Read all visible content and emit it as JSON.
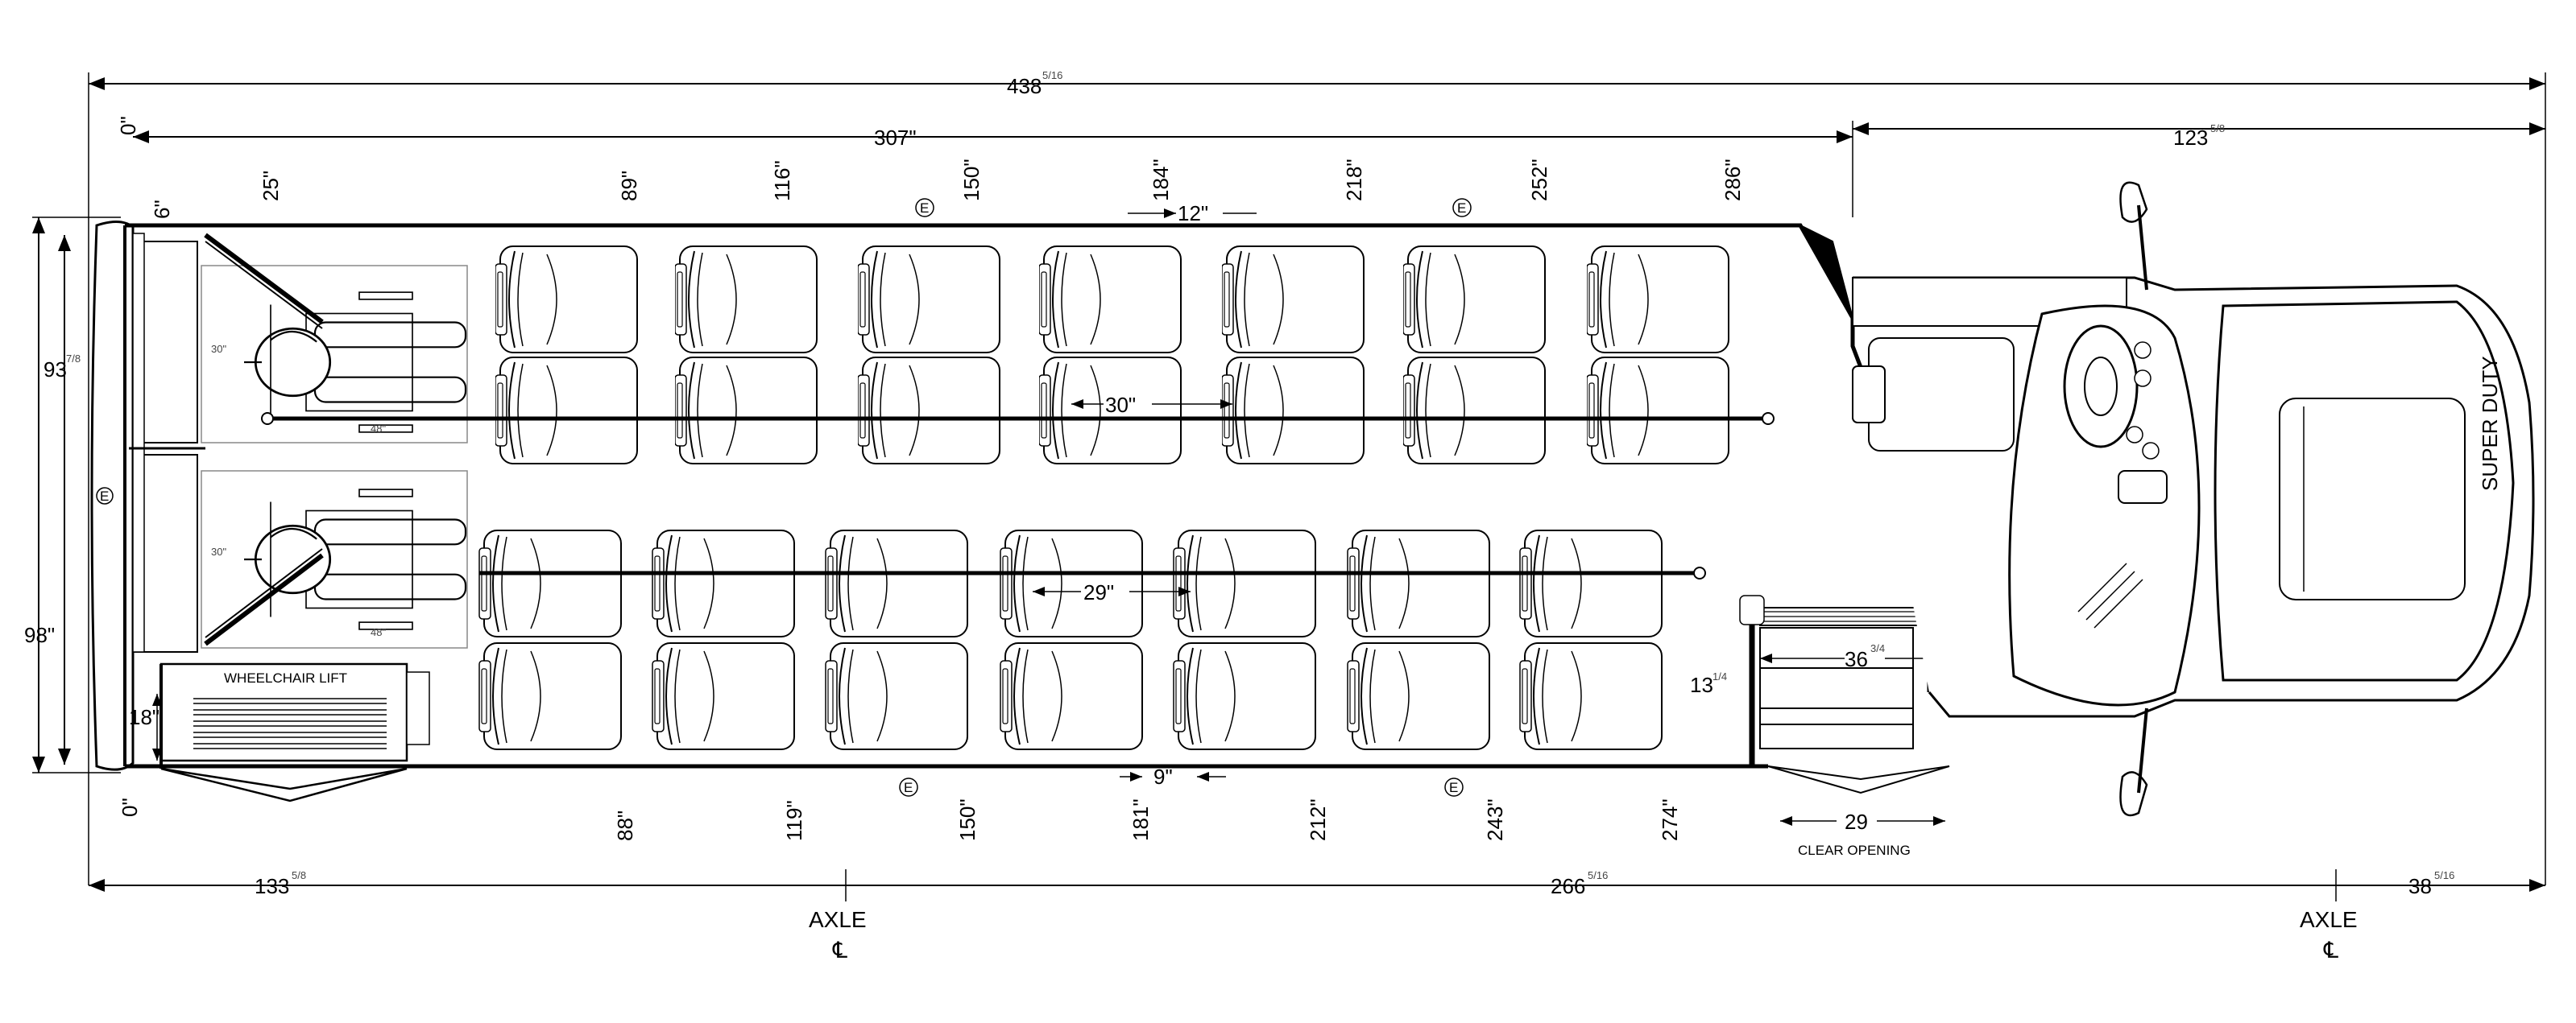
{
  "dimensions": {
    "overall_length": "438",
    "overall_length_frac": "5/16",
    "body_length": "307\"",
    "cab_length": "123",
    "cab_length_frac": "5/8",
    "zero_top": "0\"",
    "zero_bottom": "0\"",
    "rear_offset": "6\"",
    "width_upper": "93",
    "width_upper_frac": "7/8",
    "width_overall": "98\"",
    "lift_depth": "18\"",
    "aisle_upper": "30\"",
    "aisle_lower": "29\"",
    "seat_gap_upper": "12\"",
    "seat_gap_lower": "9\"",
    "door_width": "36",
    "door_width_frac": "3/4",
    "step_depth": "13",
    "step_depth_frac": "1/4",
    "door_clear": "29",
    "rear_overhang": "133",
    "rear_overhang_frac": "5/8",
    "wheelbase": "266",
    "wheelbase_frac": "5/16",
    "front_overhang": "38",
    "front_overhang_frac": "5/16"
  },
  "top_marks": [
    "25\"",
    "89\"",
    "116\"",
    "150\"",
    "184\"",
    "218\"",
    "252\"",
    "286\""
  ],
  "bottom_marks": [
    "88\"",
    "119\"",
    "150\"",
    "181\"",
    "212\"",
    "243\"",
    "274\""
  ],
  "labels": {
    "wheelchair_lift": "WHEELCHAIR LIFT",
    "clear_opening": "CLEAR OPENING",
    "axle": "AXLE",
    "centerline": "℄",
    "emergency": "E",
    "hood_text": "SUPER DUTY",
    "wc_width": "30\"",
    "wc_length": "48\""
  }
}
